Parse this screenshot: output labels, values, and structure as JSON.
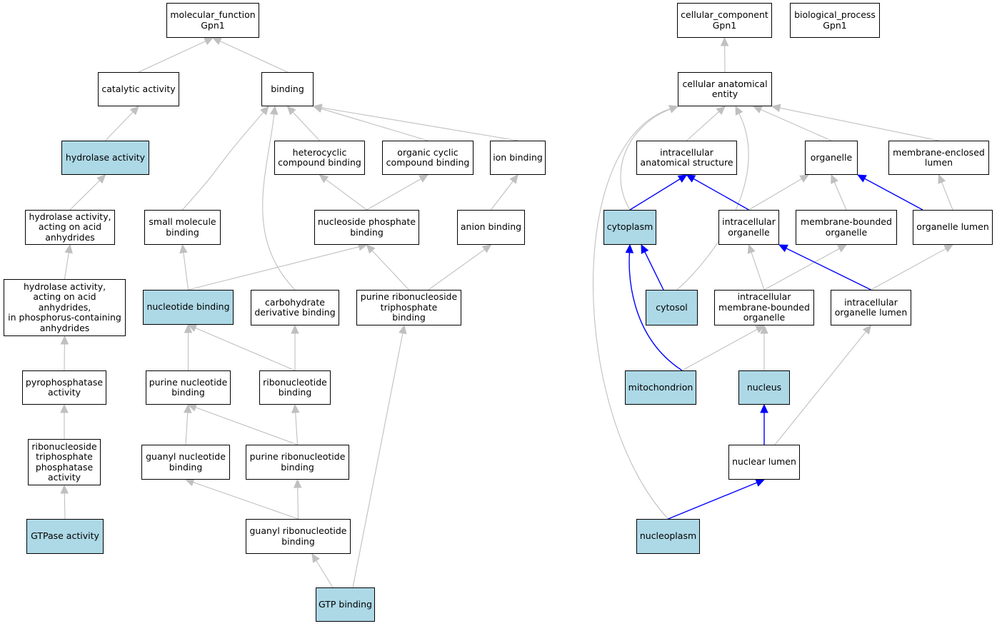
{
  "diagram": {
    "colors": {
      "node_highlight": "#add8e6",
      "edge_default": "#c0c0c0",
      "edge_highlight": "#0000ff"
    },
    "nodes": {
      "molecular_function": {
        "label": "molecular_function\nGpn1",
        "highlighted": false
      },
      "catalytic_activity": {
        "label": "catalytic activity",
        "highlighted": false
      },
      "binding": {
        "label": "binding",
        "highlighted": false
      },
      "hydrolase_activity": {
        "label": "hydrolase activity",
        "highlighted": true
      },
      "heterocyclic_compound_binding": {
        "label": "heterocyclic\ncompound binding",
        "highlighted": false
      },
      "organic_cyclic_compound_binding": {
        "label": "organic cyclic\ncompound binding",
        "highlighted": false
      },
      "ion_binding": {
        "label": "ion binding",
        "highlighted": false
      },
      "hydrolase_acid_anhydrides": {
        "label": "hydrolase activity,\nacting on acid\nanhydrides",
        "highlighted": false
      },
      "small_molecule_binding": {
        "label": "small molecule\nbinding",
        "highlighted": false
      },
      "nucleoside_phosphate_binding": {
        "label": "nucleoside phosphate\nbinding",
        "highlighted": false
      },
      "anion_binding": {
        "label": "anion binding",
        "highlighted": false
      },
      "hydrolase_phosphorus": {
        "label": "hydrolase activity,\nacting on acid\nanhydrides,\nin phosphorus-containing\nanhydrides",
        "highlighted": false
      },
      "nucleotide_binding": {
        "label": "nucleotide binding",
        "highlighted": true
      },
      "carbohydrate_derivative_binding": {
        "label": "carbohydrate\nderivative binding",
        "highlighted": false
      },
      "purine_ribonucleoside_triphosphate_binding": {
        "label": "purine ribonucleoside\ntriphosphate\nbinding",
        "highlighted": false
      },
      "pyrophosphatase_activity": {
        "label": "pyrophosphatase\nactivity",
        "highlighted": false
      },
      "purine_nucleotide_binding": {
        "label": "purine nucleotide\nbinding",
        "highlighted": false
      },
      "ribonucleotide_binding": {
        "label": "ribonucleotide\nbinding",
        "highlighted": false
      },
      "ribonucleoside_triphosphate_phosphatase_activity": {
        "label": "ribonucleoside\ntriphosphate\nphosphatase\nactivity",
        "highlighted": false
      },
      "guanyl_nucleotide_binding": {
        "label": "guanyl nucleotide\nbinding",
        "highlighted": false
      },
      "purine_ribonucleotide_binding": {
        "label": "purine ribonucleotide\nbinding",
        "highlighted": false
      },
      "gtpase_activity": {
        "label": "GTPase activity",
        "highlighted": true
      },
      "guanyl_ribonucleotide_binding": {
        "label": "guanyl ribonucleotide\nbinding",
        "highlighted": false
      },
      "gtp_binding": {
        "label": "GTP binding",
        "highlighted": true
      },
      "cellular_component": {
        "label": "cellular_component\nGpn1",
        "highlighted": false
      },
      "biological_process": {
        "label": "biological_process\nGpn1",
        "highlighted": false
      },
      "cellular_anatomical_entity": {
        "label": "cellular anatomical\nentity",
        "highlighted": false
      },
      "intracellular_anatomical_structure": {
        "label": "intracellular\nanatomical structure",
        "highlighted": false
      },
      "organelle": {
        "label": "organelle",
        "highlighted": false
      },
      "membrane_enclosed_lumen": {
        "label": "membrane-enclosed\nlumen",
        "highlighted": false
      },
      "cytoplasm": {
        "label": "cytoplasm",
        "highlighted": true
      },
      "intracellular_organelle": {
        "label": "intracellular\norganelle",
        "highlighted": false
      },
      "membrane_bounded_organelle": {
        "label": "membrane-bounded\norganelle",
        "highlighted": false
      },
      "organelle_lumen": {
        "label": "organelle lumen",
        "highlighted": false
      },
      "cytosol": {
        "label": "cytosol",
        "highlighted": true
      },
      "intracellular_membrane_bounded_organelle": {
        "label": "intracellular\nmembrane-bounded\norganelle",
        "highlighted": false
      },
      "intracellular_organelle_lumen": {
        "label": "intracellular\norganelle lumen",
        "highlighted": false
      },
      "mitochondrion": {
        "label": "mitochondrion",
        "highlighted": true
      },
      "nucleus": {
        "label": "nucleus",
        "highlighted": true
      },
      "nuclear_lumen": {
        "label": "nuclear lumen",
        "highlighted": false
      },
      "nucleoplasm": {
        "label": "nucleoplasm",
        "highlighted": true
      }
    },
    "edges": [
      {
        "from": "catalytic_activity",
        "to": "molecular_function",
        "highlighted": false
      },
      {
        "from": "binding",
        "to": "molecular_function",
        "highlighted": false
      },
      {
        "from": "hydrolase_activity",
        "to": "catalytic_activity",
        "highlighted": false
      },
      {
        "from": "hydrolase_acid_anhydrides",
        "to": "hydrolase_activity",
        "highlighted": false
      },
      {
        "from": "hydrolase_phosphorus",
        "to": "hydrolase_acid_anhydrides",
        "highlighted": false
      },
      {
        "from": "pyrophosphatase_activity",
        "to": "hydrolase_phosphorus",
        "highlighted": false
      },
      {
        "from": "ribonucleoside_triphosphate_phosphatase_activity",
        "to": "pyrophosphatase_activity",
        "highlighted": false
      },
      {
        "from": "gtpase_activity",
        "to": "ribonucleoside_triphosphate_phosphatase_activity",
        "highlighted": false
      },
      {
        "from": "heterocyclic_compound_binding",
        "to": "binding",
        "highlighted": false
      },
      {
        "from": "organic_cyclic_compound_binding",
        "to": "binding",
        "highlighted": false
      },
      {
        "from": "ion_binding",
        "to": "binding",
        "highlighted": false
      },
      {
        "from": "small_molecule_binding",
        "to": "binding",
        "highlighted": false
      },
      {
        "from": "carbohydrate_derivative_binding",
        "to": "binding",
        "highlighted": false
      },
      {
        "from": "nucleoside_phosphate_binding",
        "to": "heterocyclic_compound_binding",
        "highlighted": false
      },
      {
        "from": "nucleoside_phosphate_binding",
        "to": "organic_cyclic_compound_binding",
        "highlighted": false
      },
      {
        "from": "anion_binding",
        "to": "ion_binding",
        "highlighted": false
      },
      {
        "from": "nucleotide_binding",
        "to": "small_molecule_binding",
        "highlighted": false
      },
      {
        "from": "nucleotide_binding",
        "to": "nucleoside_phosphate_binding",
        "highlighted": false
      },
      {
        "from": "purine_ribonucleoside_triphosphate_binding",
        "to": "nucleoside_phosphate_binding",
        "highlighted": false
      },
      {
        "from": "purine_ribonucleoside_triphosphate_binding",
        "to": "anion_binding",
        "highlighted": false
      },
      {
        "from": "purine_nucleotide_binding",
        "to": "nucleotide_binding",
        "highlighted": false
      },
      {
        "from": "ribonucleotide_binding",
        "to": "nucleotide_binding",
        "highlighted": false
      },
      {
        "from": "ribonucleotide_binding",
        "to": "carbohydrate_derivative_binding",
        "highlighted": false
      },
      {
        "from": "guanyl_nucleotide_binding",
        "to": "purine_nucleotide_binding",
        "highlighted": false
      },
      {
        "from": "purine_ribonucleotide_binding",
        "to": "purine_nucleotide_binding",
        "highlighted": false
      },
      {
        "from": "purine_ribonucleotide_binding",
        "to": "ribonucleotide_binding",
        "highlighted": false
      },
      {
        "from": "guanyl_ribonucleotide_binding",
        "to": "guanyl_nucleotide_binding",
        "highlighted": false
      },
      {
        "from": "guanyl_ribonucleotide_binding",
        "to": "purine_ribonucleotide_binding",
        "highlighted": false
      },
      {
        "from": "gtp_binding",
        "to": "guanyl_ribonucleotide_binding",
        "highlighted": false
      },
      {
        "from": "gtp_binding",
        "to": "purine_ribonucleoside_triphosphate_binding",
        "highlighted": false
      },
      {
        "from": "cellular_anatomical_entity",
        "to": "cellular_component",
        "highlighted": false
      },
      {
        "from": "intracellular_anatomical_structure",
        "to": "cellular_anatomical_entity",
        "highlighted": false
      },
      {
        "from": "organelle",
        "to": "cellular_anatomical_entity",
        "highlighted": false
      },
      {
        "from": "membrane_enclosed_lumen",
        "to": "cellular_anatomical_entity",
        "highlighted": false
      },
      {
        "from": "cytoplasm",
        "to": "cellular_anatomical_entity",
        "highlighted": false
      },
      {
        "from": "cytosol",
        "to": "cellular_anatomical_entity",
        "highlighted": false
      },
      {
        "from": "nucleoplasm",
        "to": "cellular_anatomical_entity",
        "highlighted": false
      },
      {
        "from": "cytoplasm",
        "to": "intracellular_anatomical_structure",
        "highlighted": true
      },
      {
        "from": "intracellular_organelle",
        "to": "intracellular_anatomical_structure",
        "highlighted": true
      },
      {
        "from": "intracellular_organelle",
        "to": "organelle",
        "highlighted": false
      },
      {
        "from": "membrane_bounded_organelle",
        "to": "organelle",
        "highlighted": false
      },
      {
        "from": "organelle_lumen",
        "to": "organelle",
        "highlighted": true
      },
      {
        "from": "organelle_lumen",
        "to": "membrane_enclosed_lumen",
        "highlighted": false
      },
      {
        "from": "cytosol",
        "to": "cytoplasm",
        "highlighted": true
      },
      {
        "from": "mitochondrion",
        "to": "cytoplasm",
        "highlighted": true
      },
      {
        "from": "intracellular_membrane_bounded_organelle",
        "to": "intracellular_organelle",
        "highlighted": false
      },
      {
        "from": "intracellular_membrane_bounded_organelle",
        "to": "membrane_bounded_organelle",
        "highlighted": false
      },
      {
        "from": "intracellular_organelle_lumen",
        "to": "intracellular_organelle",
        "highlighted": true
      },
      {
        "from": "intracellular_organelle_lumen",
        "to": "organelle_lumen",
        "highlighted": false
      },
      {
        "from": "mitochondrion",
        "to": "intracellular_membrane_bounded_organelle",
        "highlighted": false
      },
      {
        "from": "nucleus",
        "to": "intracellular_membrane_bounded_organelle",
        "highlighted": false
      },
      {
        "from": "nuclear_lumen",
        "to": "nucleus",
        "highlighted": true
      },
      {
        "from": "nuclear_lumen",
        "to": "intracellular_organelle_lumen",
        "highlighted": false
      },
      {
        "from": "nucleoplasm",
        "to": "nuclear_lumen",
        "highlighted": true
      }
    ]
  }
}
